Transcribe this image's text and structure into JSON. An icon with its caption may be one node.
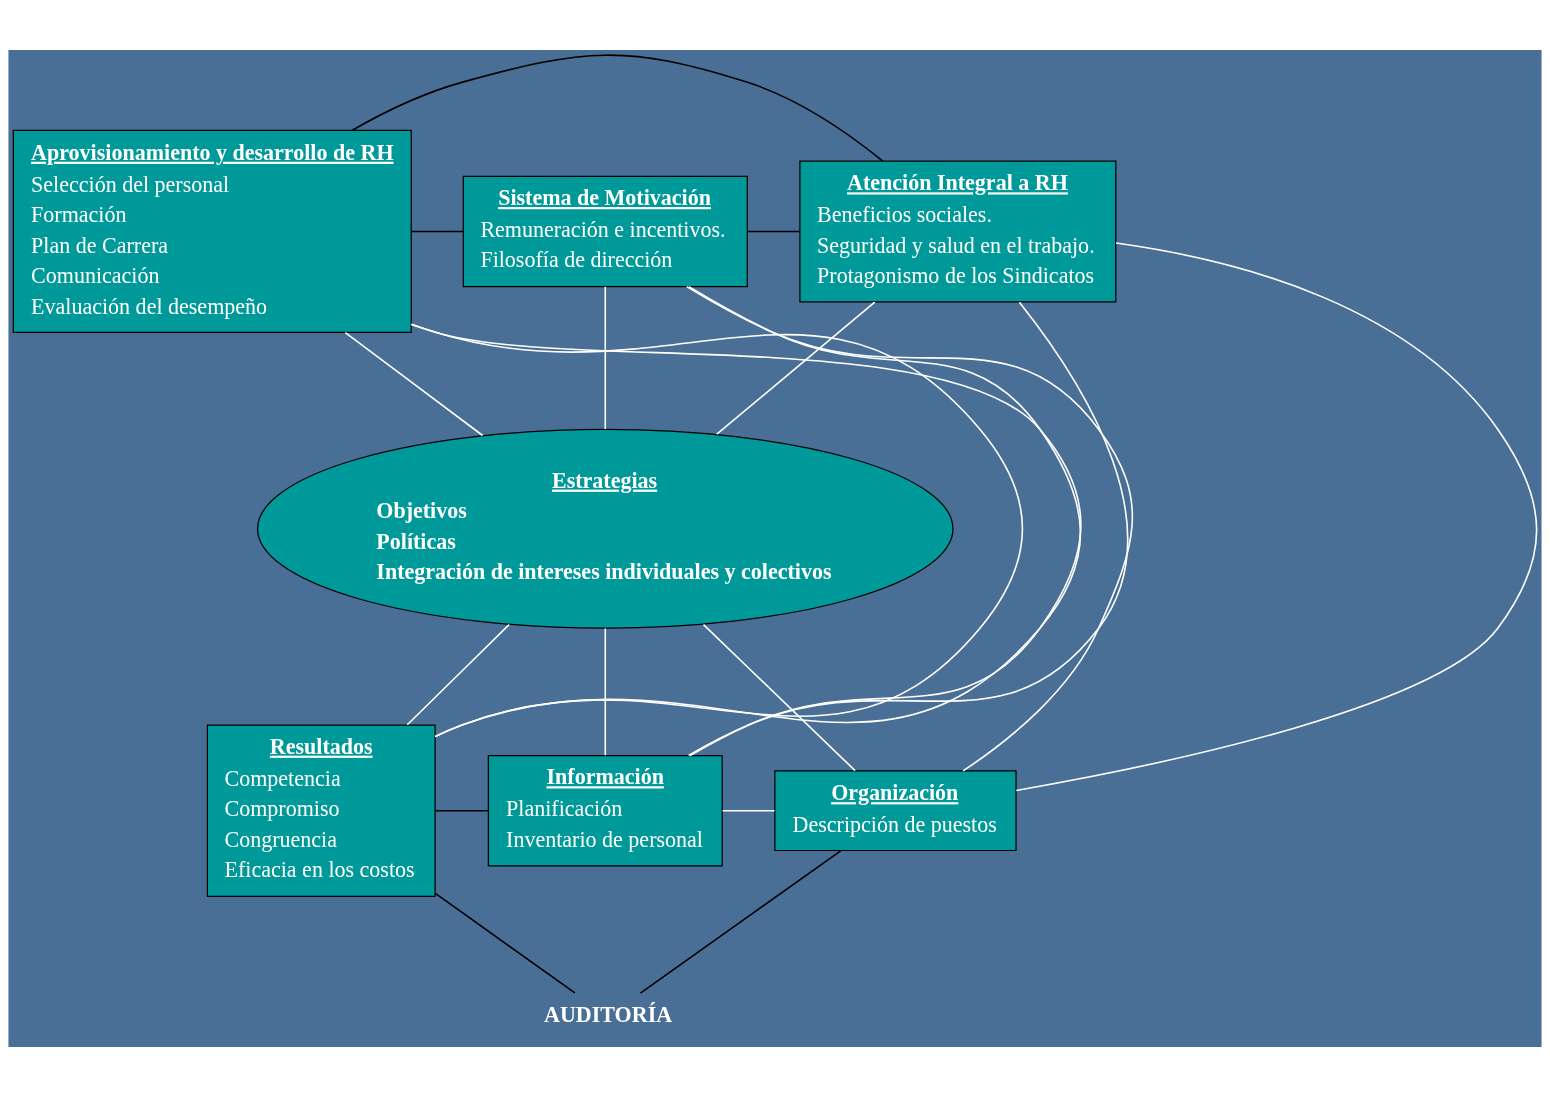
{
  "diagram": {
    "nodes": [
      {
        "text": [
          "Aprovisionamiento y desarrollo de RH",
          "Selección del personal",
          "Formación",
          "Plan de Carrera",
          "Comunicación",
          "Evaluación del desempeño"
        ]
      },
      {
        "text": [
          "Sistema de Motivación",
          "Remuneración e incentivos.",
          "Filosofía de dirección"
        ]
      },
      {
        "text": [
          "Atención Integral a RH",
          "Beneficios sociales.",
          "Seguridad y salud en el trabajo.",
          "Protagonismo de los Sindicatos"
        ]
      },
      {
        "text": [
          "Estrategias",
          "Objetivos",
          "Políticas",
          "Integración de intereses individuales y colectivos"
        ]
      },
      {
        "text": [
          "Resultados",
          "Competencia",
          "Compromiso",
          "Congruencia",
          "Eficacia en los costos"
        ]
      },
      {
        "text": [
          "Información",
          "Planificación",
          "Inventario de personal"
        ]
      },
      {
        "text": [
          "Organización",
          "Descripción de puestos"
        ]
      },
      {
        "text": [
          "AUDITORÍA"
        ]
      }
    ],
    "edges": [
      {
        "from": 0,
        "to": 2,
        "arrow": "none",
        "color": "#000000"
      },
      {
        "from": 0,
        "to": 1,
        "arrow": "none",
        "color": "#000000"
      },
      {
        "from": 1,
        "to": 2,
        "arrow": "none",
        "color": "#000000"
      },
      {
        "from": 0,
        "to": 3,
        "arrow": "none"
      },
      {
        "from": 0,
        "to": 4,
        "arrow": "none"
      },
      {
        "from": 0,
        "to": 5,
        "arrow": "none"
      },
      {
        "from": 1,
        "to": 3,
        "arrow": "none"
      },
      {
        "from": 1,
        "to": 4,
        "arrow": "none"
      },
      {
        "from": 1,
        "to": 6,
        "arrow": "none"
      },
      {
        "from": 2,
        "to": 3,
        "arrow": "none"
      },
      {
        "from": 2,
        "to": 5,
        "arrow": "none"
      },
      {
        "from": 2,
        "to": 6,
        "arrow": "none"
      },
      {
        "from": 3,
        "to": 4,
        "arrow": "none"
      },
      {
        "from": 3,
        "to": 5,
        "arrow": "none"
      },
      {
        "from": 3,
        "to": 6,
        "arrow": "none"
      },
      {
        "from": 4,
        "to": 5,
        "arrow": "none",
        "color": "#000000"
      },
      {
        "from": 5,
        "to": 6,
        "arrow": "none"
      },
      {
        "from": 4,
        "to": 7,
        "arrow": "none",
        "color": "#000000"
      },
      {
        "from": 6,
        "to": 7,
        "arrow": "none",
        "color": "#000000"
      }
    ]
  }
}
